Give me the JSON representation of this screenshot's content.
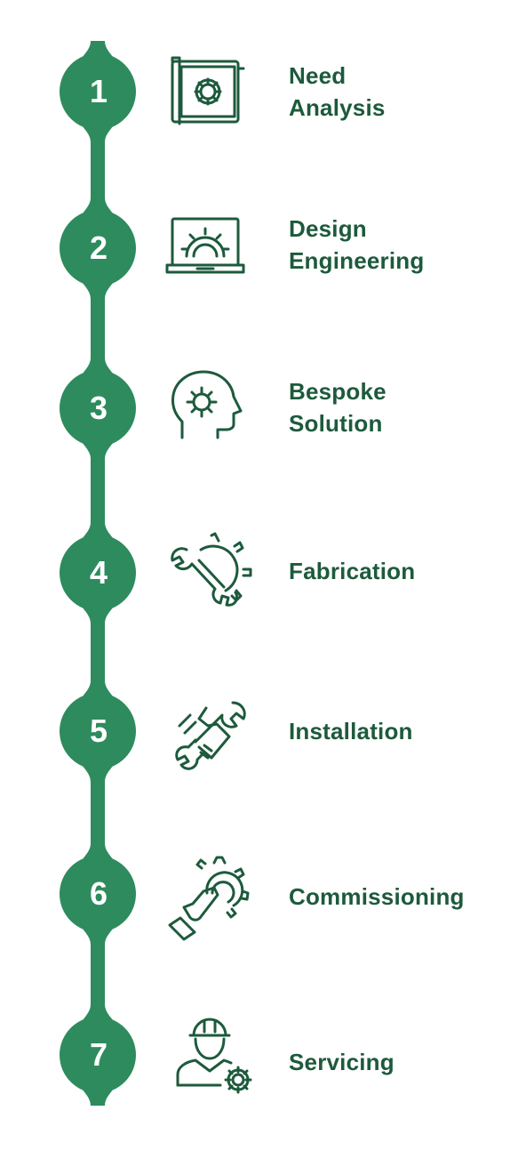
{
  "colors": {
    "accent_green": "#2e8b5e",
    "icon_green": "#1d5a3c",
    "text_green": "#1d5a3c",
    "number_text": "#ffffff"
  },
  "steps": [
    {
      "number": "1",
      "label_lines": [
        "Need",
        "Analysis"
      ],
      "icon": "blueprint-gear-icon"
    },
    {
      "number": "2",
      "label_lines": [
        "Design",
        "Engineering"
      ],
      "icon": "laptop-gear-icon"
    },
    {
      "number": "3",
      "label_lines": [
        "Bespoke",
        "Solution"
      ],
      "icon": "head-gear-icon"
    },
    {
      "number": "4",
      "label_lines": [
        "Fabrication"
      ],
      "icon": "wrench-gear-icon"
    },
    {
      "number": "5",
      "label_lines": [
        "Installation"
      ],
      "icon": "hand-wrench-icon"
    },
    {
      "number": "6",
      "label_lines": [
        "Commissioning"
      ],
      "icon": "hand-touch-gear-icon"
    },
    {
      "number": "7",
      "label_lines": [
        "Servicing"
      ],
      "icon": "technician-gear-icon"
    }
  ]
}
